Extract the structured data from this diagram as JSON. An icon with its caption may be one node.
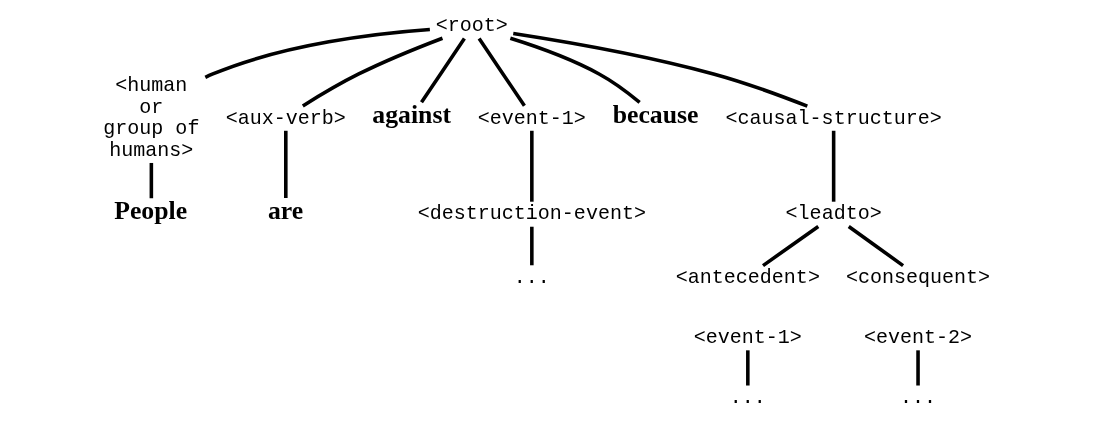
{
  "diagram": {
    "nodes": [
      {
        "text": [
          "<root>"
        ]
      },
      {
        "text": [
          "<human or group of humans>"
        ]
      },
      {
        "text": [
          "<aux-verb>"
        ]
      },
      {
        "text": [
          "against"
        ]
      },
      {
        "text": [
          "<event-1>"
        ]
      },
      {
        "text": [
          "because"
        ]
      },
      {
        "text": [
          "<causal-structure>"
        ]
      },
      {
        "text": [
          "People"
        ]
      },
      {
        "text": [
          "are"
        ]
      },
      {
        "text": [
          "<destruction-event>"
        ]
      },
      {
        "text": [
          "..."
        ]
      },
      {
        "text": [
          "<leadto>"
        ]
      },
      {
        "text": [
          "<antecedent>"
        ]
      },
      {
        "text": [
          "<consequent>"
        ]
      },
      {
        "text": [
          "<event-1>"
        ]
      },
      {
        "text": [
          "<event-2>"
        ]
      },
      {
        "text": [
          "..."
        ]
      },
      {
        "text": [
          "..."
        ]
      }
    ],
    "edges": [
      {
        "from": 0,
        "to": 1,
        "arrow": "none"
      },
      {
        "from": 0,
        "to": 2,
        "arrow": "none"
      },
      {
        "from": 0,
        "to": 3,
        "arrow": "none"
      },
      {
        "from": 0,
        "to": 4,
        "arrow": "none"
      },
      {
        "from": 0,
        "to": 5,
        "arrow": "none"
      },
      {
        "from": 0,
        "to": 6,
        "arrow": "none"
      },
      {
        "from": 1,
        "to": 7,
        "arrow": "none"
      },
      {
        "from": 2,
        "to": 8,
        "arrow": "none"
      },
      {
        "from": 4,
        "to": 9,
        "arrow": "none"
      },
      {
        "from": 9,
        "to": 10,
        "arrow": "none"
      },
      {
        "from": 6,
        "to": 11,
        "arrow": "none"
      },
      {
        "from": 11,
        "to": 12,
        "arrow": "none"
      },
      {
        "from": 11,
        "to": 13,
        "arrow": "none"
      },
      {
        "from": 14,
        "to": 16,
        "arrow": "none"
      },
      {
        "from": 15,
        "to": 17,
        "arrow": "none"
      }
    ]
  }
}
